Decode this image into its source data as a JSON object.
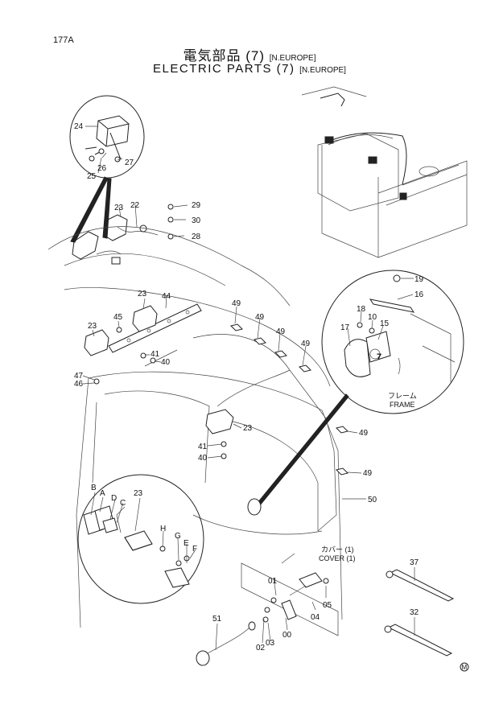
{
  "page_number": "177A",
  "title_jp": "電気部品 (7)",
  "title_en": "ELECTRIC PARTS (7)",
  "title_tag": "[N.EUROPE]",
  "labels": {
    "frame_jp": "フレーム",
    "frame_en": "FRAME",
    "cover_jp": "カバー (1)",
    "cover_en": "COVER (1)",
    "mark": "M"
  },
  "callouts": [
    "24",
    "26",
    "25",
    "27",
    "23",
    "22",
    "29",
    "30",
    "28",
    "23",
    "44",
    "45",
    "23",
    "41",
    "40",
    "47",
    "46",
    "49",
    "49",
    "49",
    "49",
    "19",
    "16",
    "18",
    "10",
    "15",
    "17",
    "7",
    "23",
    "41",
    "40",
    "49",
    "49",
    "50",
    "B",
    "A",
    "D",
    "C",
    "23",
    "H",
    "G",
    "E",
    "F",
    "37",
    "01",
    "05",
    "04",
    "00",
    "03",
    "02",
    "51",
    "32"
  ]
}
